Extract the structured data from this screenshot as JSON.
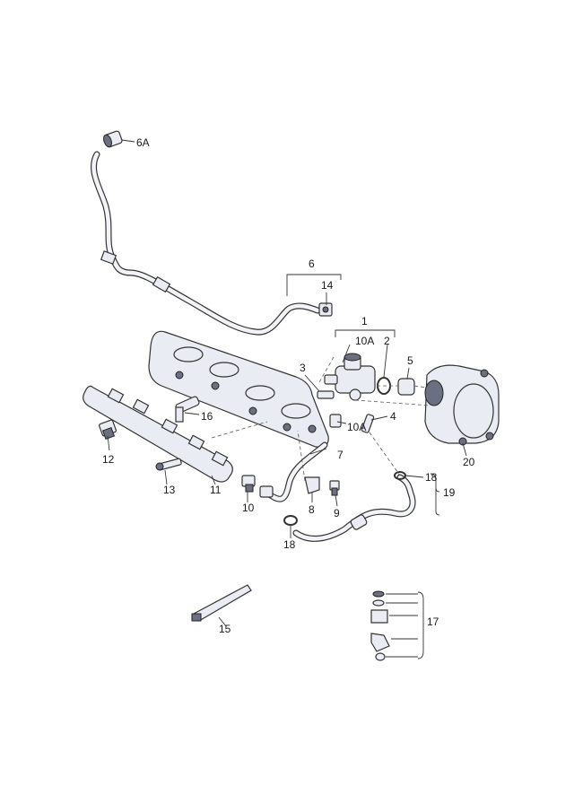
{
  "callouts": [
    {
      "id": "c6A",
      "label": "6A"
    },
    {
      "id": "c6",
      "label": "6"
    },
    {
      "id": "c14",
      "label": "14"
    },
    {
      "id": "c1",
      "label": "1"
    },
    {
      "id": "c10A_top",
      "label": "10A"
    },
    {
      "id": "c2",
      "label": "2"
    },
    {
      "id": "c3",
      "label": "3"
    },
    {
      "id": "c5",
      "label": "5"
    },
    {
      "id": "c4",
      "label": "4"
    },
    {
      "id": "c10A_low",
      "label": "10A"
    },
    {
      "id": "c16",
      "label": "16"
    },
    {
      "id": "c12",
      "label": "12"
    },
    {
      "id": "c7",
      "label": "7"
    },
    {
      "id": "c20",
      "label": "20"
    },
    {
      "id": "c18_right",
      "label": "18"
    },
    {
      "id": "c19",
      "label": "19"
    },
    {
      "id": "c13",
      "label": "13"
    },
    {
      "id": "c11",
      "label": "11"
    },
    {
      "id": "c10",
      "label": "10"
    },
    {
      "id": "c8",
      "label": "8"
    },
    {
      "id": "c9",
      "label": "9"
    },
    {
      "id": "c18_low",
      "label": "18"
    },
    {
      "id": "c15",
      "label": "15"
    },
    {
      "id": "c17",
      "label": "17"
    }
  ]
}
